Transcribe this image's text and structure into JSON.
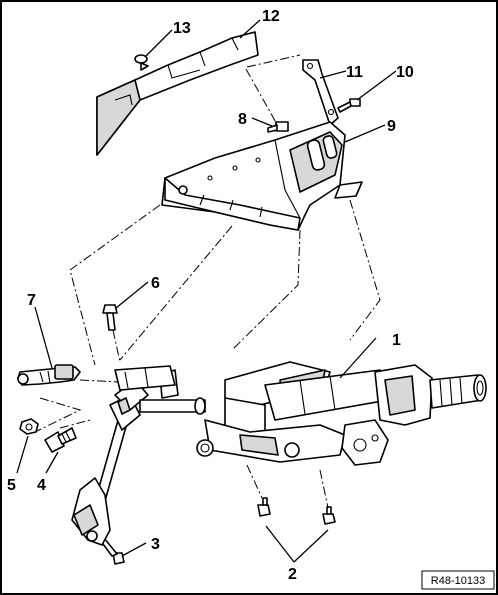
{
  "figure": {
    "reference": "R48-10133",
    "callouts": [
      {
        "id": "c1",
        "label": "1"
      },
      {
        "id": "c2",
        "label": "2"
      },
      {
        "id": "c3",
        "label": "3"
      },
      {
        "id": "c4",
        "label": "4"
      },
      {
        "id": "c5",
        "label": "5"
      },
      {
        "id": "c6",
        "label": "6"
      },
      {
        "id": "c7",
        "label": "7"
      },
      {
        "id": "c8",
        "label": "8"
      },
      {
        "id": "c9",
        "label": "9"
      },
      {
        "id": "c10",
        "label": "10"
      },
      {
        "id": "c11",
        "label": "11"
      },
      {
        "id": "c12",
        "label": "12"
      },
      {
        "id": "c13",
        "label": "13"
      }
    ]
  }
}
